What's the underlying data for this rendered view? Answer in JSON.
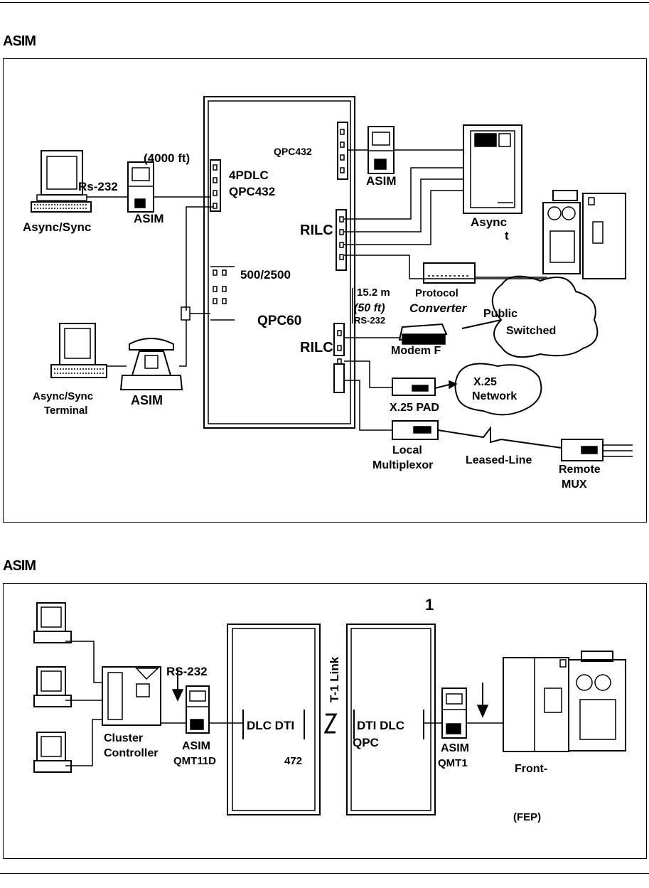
{
  "sections": [
    {
      "heading": "ASIM"
    },
    {
      "heading": "ASIM"
    }
  ],
  "top": {
    "labels": {
      "dist_4000": "(4000 ft)",
      "rs232_left": "Rs-232",
      "asim_small": "ASIM",
      "async_sync_left": "Async/Sync",
      "pdlc": "4PDLC",
      "qpc432_left": "QPC432",
      "qpc432_top": "QPC432",
      "asim_top": "ASIM",
      "rilc_upper": "RILC",
      "rilc_lower": "RILC",
      "async_right": "Async",
      "t_right": "t",
      "card_500": "500/2500",
      "qpc60": "QPC60",
      "dist_15": "15.2 m",
      "dist_50": "(50 ft)",
      "rs232_mid": "RS-232",
      "protocol": "Protocol",
      "converter": "Converter",
      "public": "Public",
      "switched": "Switched",
      "modem": "Modem F",
      "x25": "X.25",
      "network": "Network",
      "x25pad": "X.25 PAD",
      "local": "Local",
      "multiplexor": "Multiplexor",
      "leased": "Leased-Line",
      "remote": "Remote",
      "mux": "MUX",
      "async_sync_term": "Async/Sync",
      "terminal": "Terminal",
      "asim_phone": "ASIM"
    }
  },
  "bottom": {
    "labels": {
      "one": "1",
      "rs232": "RS-232",
      "cluster": "Cluster",
      "controller": "Controller",
      "asim_left": "ASIM",
      "qmt11d": "QMT11D",
      "dlc_dti": "DLC  DTI",
      "n472": "472",
      "t1link": "T-1 Link",
      "dti_dlc": "DTI  DLC",
      "qpc": "QPC",
      "asim_right": "ASIM",
      "qmt1": "QMT1",
      "front": "Front-",
      "fep": "(FEP)"
    }
  }
}
